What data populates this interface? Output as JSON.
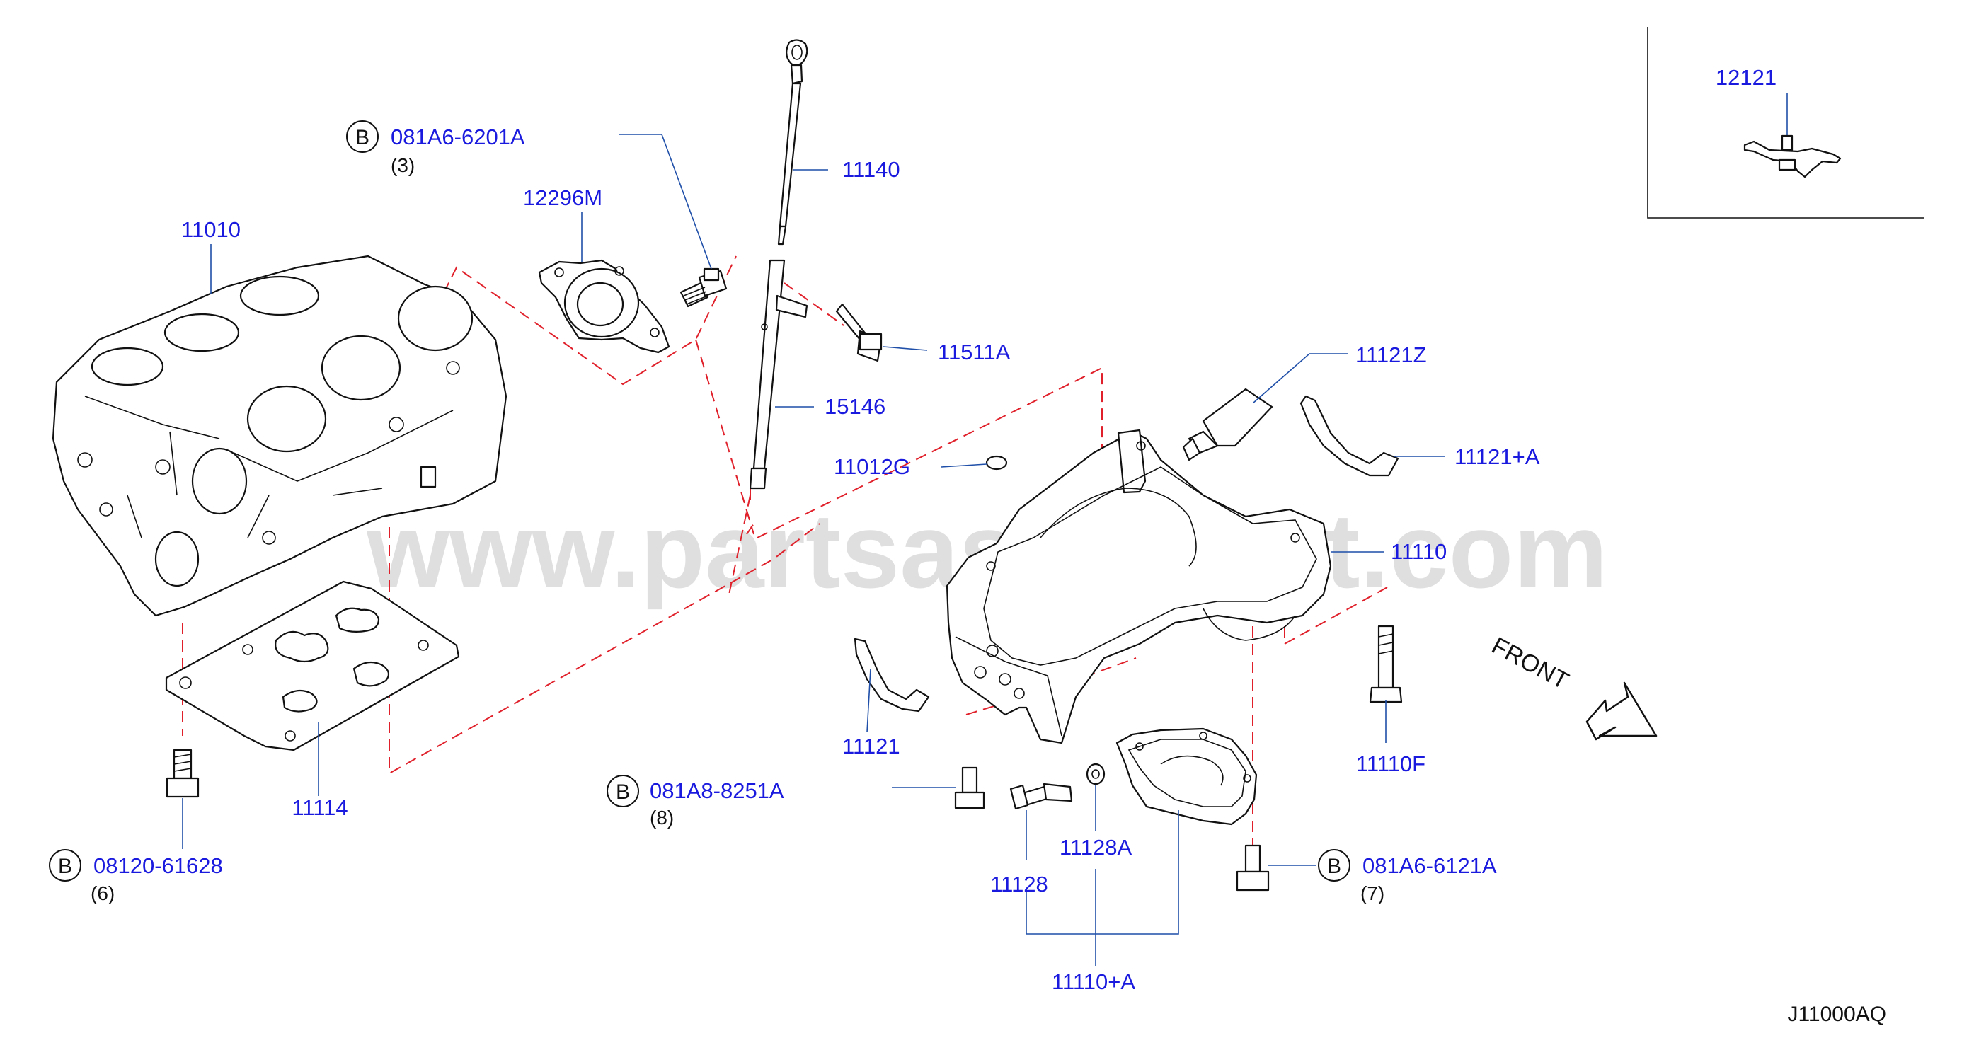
{
  "watermark": "www.partsassistant.com",
  "diagram_code": "J11000AQ",
  "direction_label": "FRONT",
  "bolt_marker": "B",
  "colors": {
    "part_number": "#1a1adf",
    "leader_line": "#1f4fa8",
    "dashed_line": "#e0202a",
    "outline": "#111111",
    "watermark": "#d9d9d9"
  },
  "inset": {
    "part_number": "12121"
  },
  "parts": {
    "p11010": "11010",
    "p12296M": "12296M",
    "p11140": "11140",
    "p15146": "15146",
    "p11511A": "11511A",
    "p11012G": "11012G",
    "p11121Z": "11121Z",
    "p11121A": "11121+A",
    "p11110": "11110",
    "p11121": "11121",
    "p11114": "11114",
    "p11110F": "11110F",
    "p11128": "11128",
    "p11128A": "11128A",
    "p11110A": "11110+A"
  },
  "bolts": {
    "b081A6_6201A": {
      "part_number": "081A6-6201A",
      "quantity": "(3)"
    },
    "b081A8_8251A": {
      "part_number": "081A8-8251A",
      "quantity": "(8)"
    },
    "b08120_61628": {
      "part_number": "08120-61628",
      "quantity": "(6)"
    },
    "b081A6_6121A": {
      "part_number": "081A6-6121A",
      "quantity": "(7)"
    }
  }
}
